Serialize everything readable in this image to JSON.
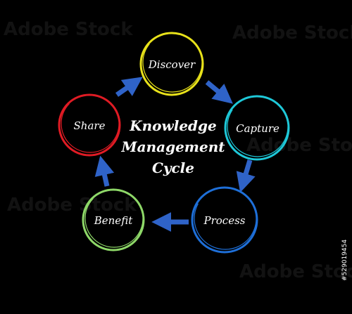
{
  "title_lines": [
    "Knowledge",
    "Management",
    "Cycle"
  ],
  "nodes": [
    {
      "label": "Discover",
      "color": "#e8e21a"
    },
    {
      "label": "Capture",
      "color": "#1ec8d8"
    },
    {
      "label": "Process",
      "color": "#1e6fd8"
    },
    {
      "label": "Benefit",
      "color": "#8ed868"
    },
    {
      "label": "Share",
      "color": "#e01b24"
    }
  ],
  "arrow_color": "#2f63c8",
  "watermark_text": "Adobe Stock",
  "stock_id": "#529019454"
}
